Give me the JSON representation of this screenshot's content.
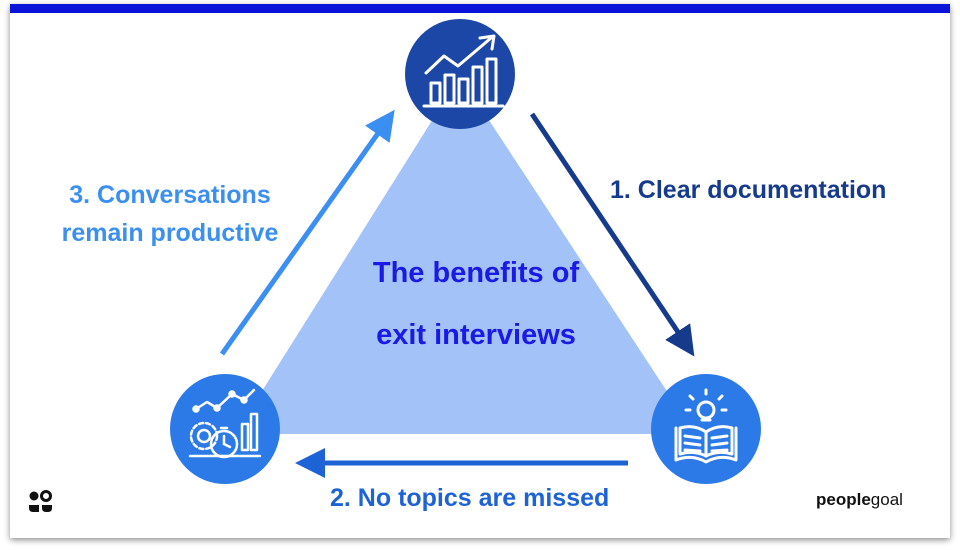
{
  "center_title_line1": "The benefits of",
  "center_title_line2": "exit interviews",
  "labels": {
    "step1": "1. Clear documentation",
    "step2": "2. No topics are missed",
    "step3_line1": "3. Conversations",
    "step3_line2": "remain productive"
  },
  "brand": {
    "bold": "people",
    "light": "goal"
  },
  "icons": {
    "top": "growth-chart-icon",
    "bottom_right": "book-lightbulb-icon",
    "bottom_left": "gears-stopwatch-chart-icon",
    "logo": "peoplegoal-logo-icon"
  },
  "colors": {
    "top_bar": "#0a14d8",
    "triangle": "#a3c2f7",
    "center_text": "#1a1ae6",
    "circle_top": "#1d47a6",
    "circle_bottom": "#2b7ae8",
    "arrow1": "#163a8c",
    "arrow2": "#1e63d6",
    "arrow3": "#3a8ff0"
  }
}
